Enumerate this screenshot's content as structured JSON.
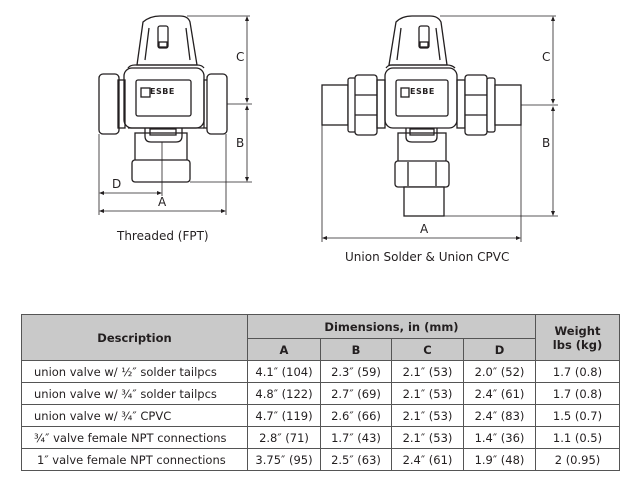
{
  "drawings": {
    "left": {
      "caption": "Threaded (FPT)",
      "brand_logo": "ESBE",
      "dim_labels": {
        "a": "A",
        "b": "B",
        "c": "C",
        "d": "D"
      }
    },
    "right": {
      "caption": "Union Solder & Union CPVC",
      "brand_logo": "ESBE",
      "dim_labels": {
        "a": "A",
        "b": "B",
        "c": "C"
      }
    }
  },
  "table": {
    "headers": {
      "description": "Description",
      "dimensions": "Dimensions, in (mm)",
      "weight_line1": "Weight",
      "weight_line2": "lbs (kg)",
      "columns": [
        "A",
        "B",
        "C",
        "D"
      ]
    },
    "rows": [
      {
        "description": "union valve w/ ½″ solder tailpcs",
        "a": "4.1″ (104)",
        "b": "2.3″ (59)",
        "c": "2.1″ (53)",
        "d": "2.0″ (52)",
        "weight": "1.7 (0.8)"
      },
      {
        "description": "union valve w/ ¾″ solder tailpcs",
        "a": "4.8″ (122)",
        "b": "2.7″ (69)",
        "c": "2.1″ (53)",
        "d": "2.4″ (61)",
        "weight": "1.7 (0.8)"
      },
      {
        "description": "union valve w/ ¾″ CPVC",
        "a": "4.7″ (119)",
        "b": "2.6″ (66)",
        "c": "2.1″ (53)",
        "d": "2.4″ (83)",
        "weight": "1.5 (0.7)"
      },
      {
        "description": "¾″ valve female NPT connections",
        "a": "2.8″ (71)",
        "b": "1.7″ (43)",
        "c": "2.1″ (53)",
        "d": "1.4″ (36)",
        "weight": "1.1 (0.5)"
      },
      {
        "description": "1″ valve female NPT connections",
        "a": "3.75″ (95)",
        "b": "2.5″ (63)",
        "c": "2.4″ (61)",
        "d": "1.9″ (48)",
        "weight": "2 (0.95)"
      }
    ]
  }
}
